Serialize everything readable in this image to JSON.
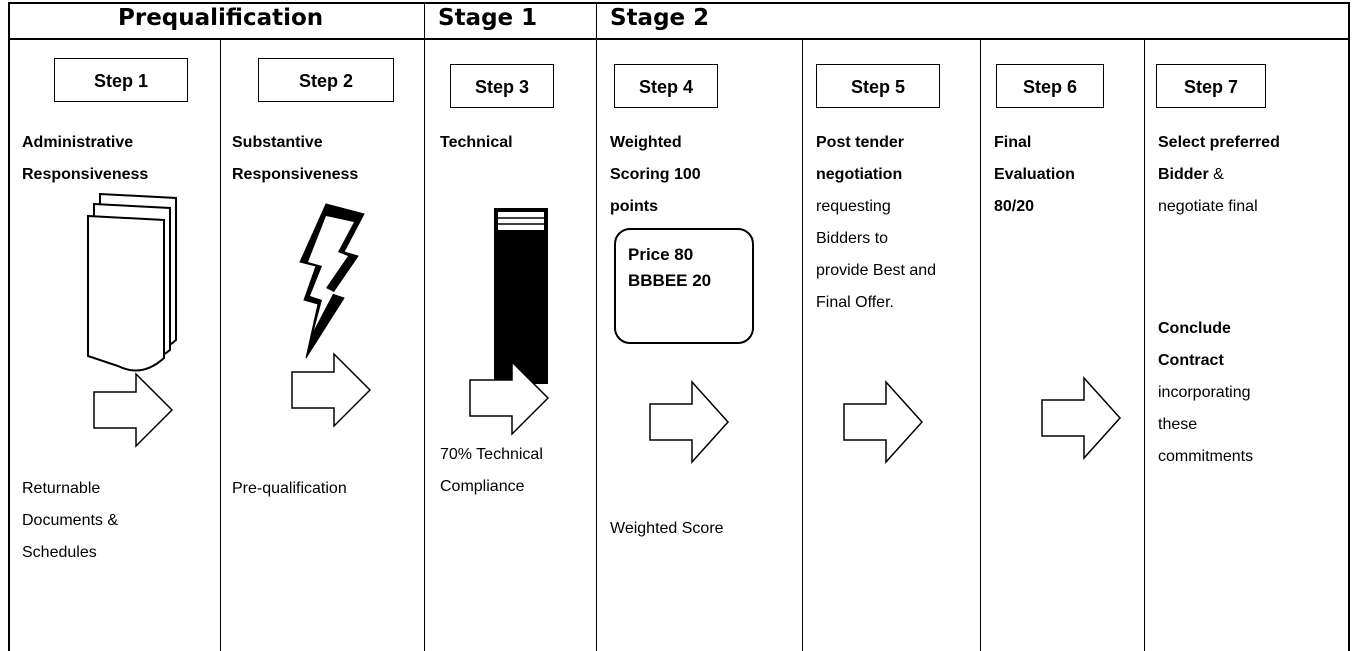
{
  "headers": {
    "prequalification": "Prequalification",
    "stage1": "Stage 1",
    "stage2": "Stage 2"
  },
  "steps": [
    {
      "label": "Step 1"
    },
    {
      "label": "Step 2"
    },
    {
      "label": "Step 3"
    },
    {
      "label": "Step 4"
    },
    {
      "label": "Step 5"
    },
    {
      "label": "Step 6"
    },
    {
      "label": "Step 7"
    }
  ],
  "col1": {
    "title_l1": "Administrative",
    "title_l2": "Responsiveness",
    "footer_l1": "Returnable",
    "footer_l2": "Documents &",
    "footer_l3": "Schedules"
  },
  "col2": {
    "title_l1": "Substantive",
    "title_l2": "Responsiveness",
    "footer": "Pre-qualification"
  },
  "col3": {
    "title": "Technical",
    "footer_l1": "70% Technical",
    "footer_l2": "Compliance"
  },
  "col4": {
    "title_l1": "Weighted",
    "title_l2": "Scoring 100",
    "title_l3": "points",
    "badge_l1": "Price 80",
    "badge_l2": "BBBEE 20",
    "footer": "Weighted Score"
  },
  "col5": {
    "l1": "Post tender",
    "l2": "negotiation",
    "l3": "requesting",
    "l4": "Bidders to",
    "l5": "provide Best and",
    "l6": "Final Offer."
  },
  "col6": {
    "l1": "Final",
    "l2": "Evaluation",
    "l3": "80/20"
  },
  "col7": {
    "l1": "Select preferred",
    "l2": "Bidder",
    "l2b": " &",
    "l3": "negotiate final",
    "c1": "Conclude",
    "c2": "Contract",
    "c3": "incorporating",
    "c4": "these",
    "c5": "commitments"
  },
  "icons": [
    "documents-icon",
    "lightning-icon",
    "thermometer-bar-icon",
    "arrow-right-icon"
  ]
}
